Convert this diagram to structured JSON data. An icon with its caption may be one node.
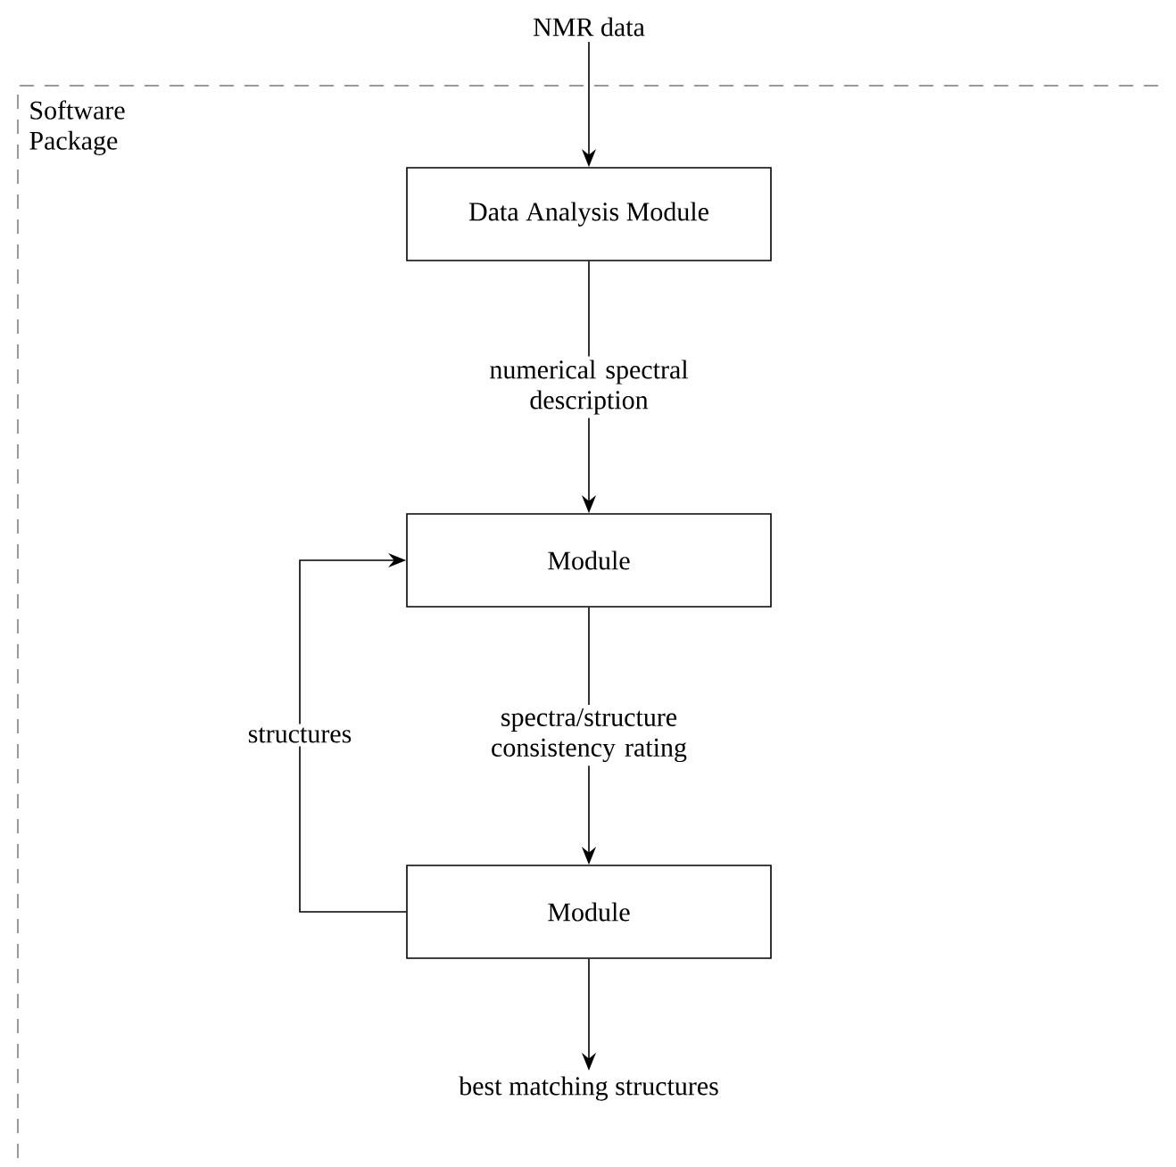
{
  "diagram": {
    "nodes": [
      {
        "text": [
          "Software Package"
        ]
      },
      {
        "text": [
          "NMR data"
        ]
      },
      {
        "text": [
          "Data Analysis Module"
        ],
        "in": 0
      },
      {
        "text": [
          "Module"
        ],
        "in": 0
      },
      {
        "text": [
          "Module"
        ],
        "in": 0
      },
      {
        "text": [
          "best matching structures"
        ],
        "in": 0
      }
    ],
    "edges": [
      {
        "from": 1,
        "to": 2,
        "arrow": "to"
      },
      {
        "from": 2,
        "to": 3,
        "arrow": "to",
        "label": "numerical spectral description"
      },
      {
        "from": 3,
        "to": 4,
        "arrow": "to",
        "label": "spectra/structure consistency rating"
      },
      {
        "from": 4,
        "to": 3,
        "arrow": "to",
        "label": "structures"
      },
      {
        "from": 4,
        "to": 5,
        "arrow": "to"
      }
    ]
  }
}
